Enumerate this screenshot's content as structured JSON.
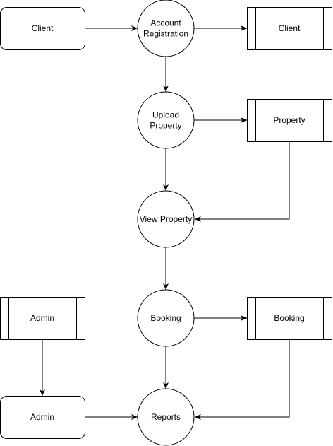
{
  "diagram": {
    "colors": {
      "stroke": "#000000",
      "fill": "#ffffff",
      "text": "#000000"
    },
    "nodes": {
      "client_entity": {
        "label": [
          "Client"
        ]
      },
      "account_registration": {
        "label": [
          "Account",
          "Registration"
        ]
      },
      "client_store": {
        "label": [
          "Client"
        ]
      },
      "upload_property": {
        "label": [
          "Upload",
          "Property"
        ]
      },
      "property_store": {
        "label": [
          "Property"
        ]
      },
      "view_property": {
        "label": [
          "View Property"
        ]
      },
      "booking_process": {
        "label": [
          "Booking"
        ]
      },
      "booking_store": {
        "label": [
          "Booking"
        ]
      },
      "admin_store": {
        "label": [
          "Admin"
        ]
      },
      "admin_entity": {
        "label": [
          "Admin"
        ]
      },
      "reports_process": {
        "label": [
          "Reports"
        ]
      }
    },
    "edges": [
      {
        "from": "client_entity",
        "to": "account_registration"
      },
      {
        "from": "account_registration",
        "to": "client_store"
      },
      {
        "from": "account_registration",
        "to": "upload_property"
      },
      {
        "from": "upload_property",
        "to": "property_store"
      },
      {
        "from": "upload_property",
        "to": "view_property"
      },
      {
        "from": "property_store",
        "to": "view_property"
      },
      {
        "from": "view_property",
        "to": "booking_process"
      },
      {
        "from": "booking_process",
        "to": "booking_store"
      },
      {
        "from": "booking_process",
        "to": "reports_process"
      },
      {
        "from": "booking_store",
        "to": "reports_process"
      },
      {
        "from": "admin_store",
        "to": "admin_entity"
      },
      {
        "from": "admin_entity",
        "to": "reports_process"
      }
    ]
  }
}
